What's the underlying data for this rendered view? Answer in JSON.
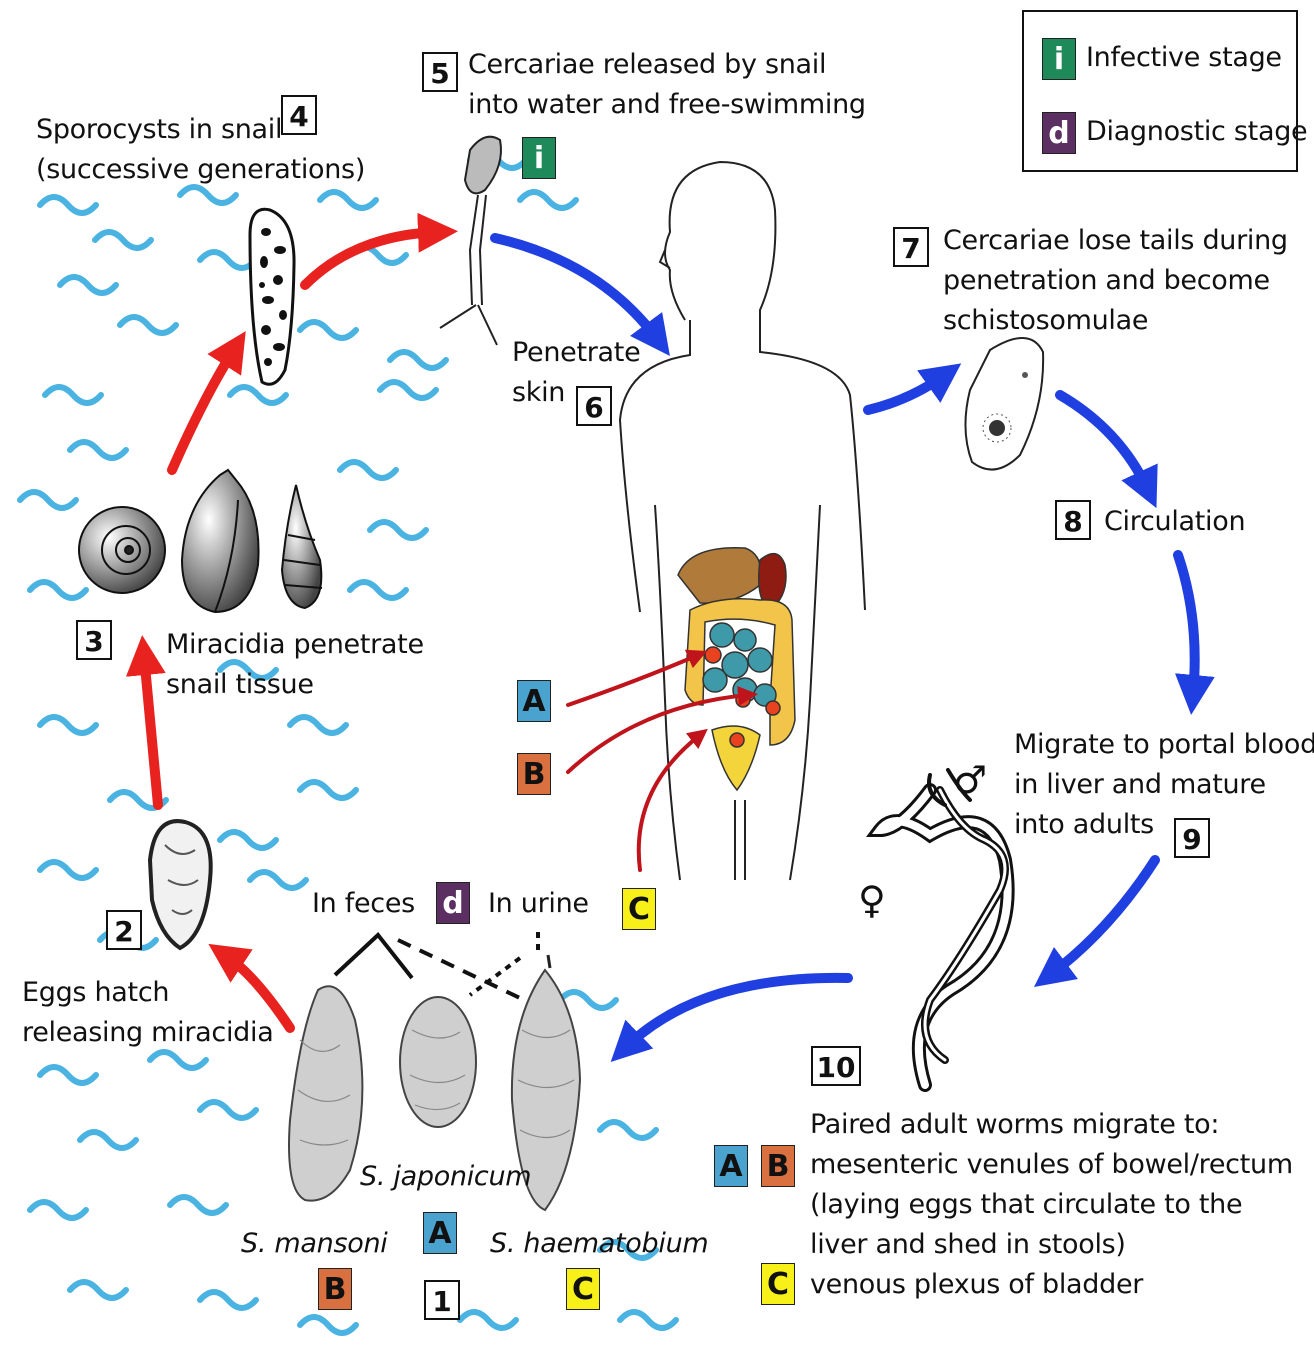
{
  "legend": {
    "infective_badge": "i",
    "infective_label": "Infective stage",
    "diagnostic_badge": "d",
    "diagnostic_label": "Diagnostic stage"
  },
  "steps": {
    "s1": {
      "number": "1"
    },
    "s2": {
      "number": "2",
      "line1": "Eggs hatch",
      "line2": "releasing miracidia"
    },
    "s3": {
      "number": "3",
      "line1": "Miracidia penetrate",
      "line2": "snail tissue"
    },
    "s4": {
      "number": "4",
      "line1": "Sporocysts in snail",
      "line2": "(successive generations)"
    },
    "s5": {
      "number": "5",
      "line1": "Cercariae released by snail",
      "line2": "into water and free-swimming"
    },
    "s6": {
      "number": "6",
      "line1": "Penetrate",
      "line2": "skin"
    },
    "s7": {
      "number": "7",
      "line1": "Cercariae lose tails during",
      "line2": "penetration and become",
      "line3": "schistosomulae"
    },
    "s8": {
      "number": "8",
      "line1": "Circulation"
    },
    "s9": {
      "number": "9",
      "line1": "Migrate to portal blood",
      "line2": "in liver and mature",
      "line3": "into adults"
    },
    "s10": {
      "number": "10",
      "line1": "Paired adult worms migrate to:",
      "line2": "mesenteric venules of bowel/rectum",
      "line3": "(laying eggs that circulate to the",
      "line4": "liver and shed in stools)",
      "line5": "venous plexus of bladder"
    }
  },
  "badges": {
    "i": "i",
    "d": "d",
    "A": "A",
    "B": "B",
    "C": "C"
  },
  "eggs": {
    "in_feces": "In feces",
    "in_urine": "In urine",
    "mansoni": "S. mansoni",
    "japonicum": "S. japonicum",
    "haematobium": "S. haematobium"
  },
  "symbols": {
    "male": "♂",
    "female": "♀"
  },
  "colors": {
    "snail_stage_arrow": "#e8231f",
    "human_stage_arrow": "#1f3fe0",
    "organ_arrow": "#c0141c",
    "water": "#4ab3e2",
    "infective": "#1e8a5a",
    "diagnostic": "#5b2f62",
    "site_A": "#4aa3cf",
    "site_B": "#d8713f",
    "site_C": "#f7f019"
  }
}
